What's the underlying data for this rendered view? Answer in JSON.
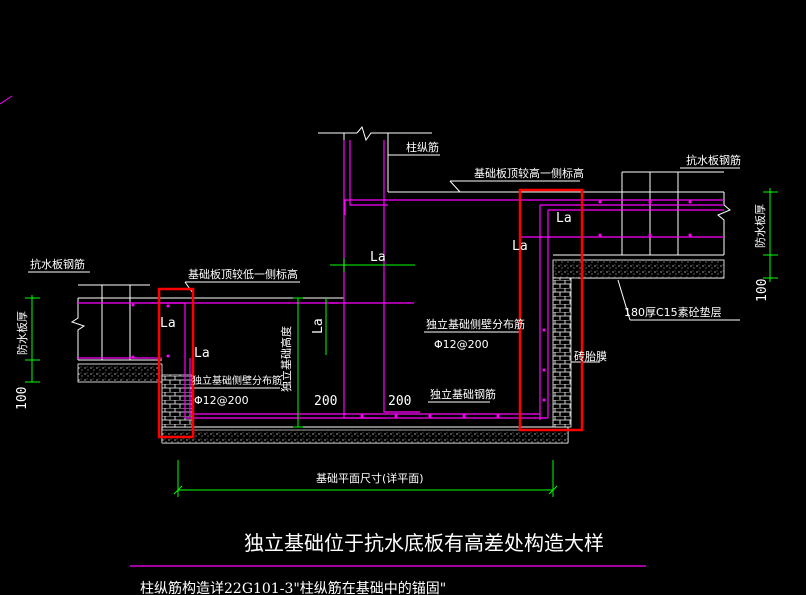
{
  "labels": {
    "column_rebar": "柱纵筋",
    "slab_top_high": "基础板顶较高一侧标高",
    "waterproof_rebar_right": "抗水板钢筋",
    "waterproof_rebar_left": "抗水板钢筋",
    "slab_top_low": "基础板顶较低一侧标高",
    "slab_thickness_right": "防水板厚",
    "slab_thickness_left": "防水板厚",
    "cushion_right": "180厚C15素砼垫层",
    "side_dist_rebar_mid": "独立基础侧壁分布筋",
    "side_dist_spec_mid": "Φ12@200",
    "side_dist_rebar_left": "独立基础侧壁分布筋",
    "side_dist_spec_left": "Φ12@200",
    "foundation_height": "独立基础高度",
    "foundation_rebar": "独立基础钢筋",
    "brick_mold": "砖胎膜",
    "plan_size": "基础平面尺寸(详平面)",
    "dim_200_left": "200",
    "dim_200_right": "200",
    "dim_100_left": "100",
    "dim_100_right": "100",
    "la": "La"
  },
  "title": "独立基础位于抗水底板有高差处构造大样",
  "footnote": "柱纵筋构造详22G101-3\"柱纵筋在基础中的锚固\"",
  "colors": {
    "background": "#000000",
    "rebar": "#ff00ff",
    "lines": "#ffffff",
    "highlight": "#ff0000",
    "dimension": "#00ff00"
  }
}
